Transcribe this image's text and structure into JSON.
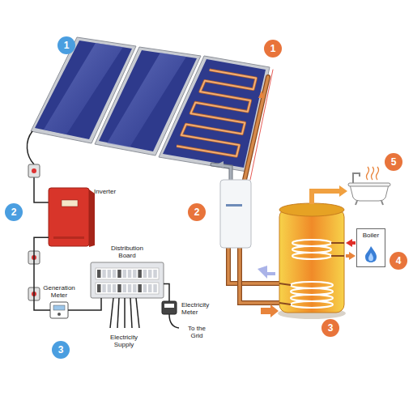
{
  "diagram": {
    "nodes": [
      {
        "text": [
          "Inverter"
        ]
      },
      {
        "text": [
          "Generation Meter"
        ]
      },
      {
        "text": [
          "Distribution Board"
        ]
      },
      {
        "text": [
          "Electricity Meter"
        ]
      },
      {
        "text": [
          "Boiler"
        ]
      }
    ],
    "edges": [
      {
        "from": 0,
        "to": 1,
        "arrow": "none"
      },
      {
        "from": 1,
        "to": 2,
        "arrow": "none"
      },
      {
        "from": 2,
        "to": 3,
        "arrow": "none"
      }
    ],
    "labels": [
      "1",
      "2",
      "3",
      "1",
      "2",
      "3",
      "4",
      "5",
      "Electricity Supply",
      "To the Grid"
    ]
  }
}
